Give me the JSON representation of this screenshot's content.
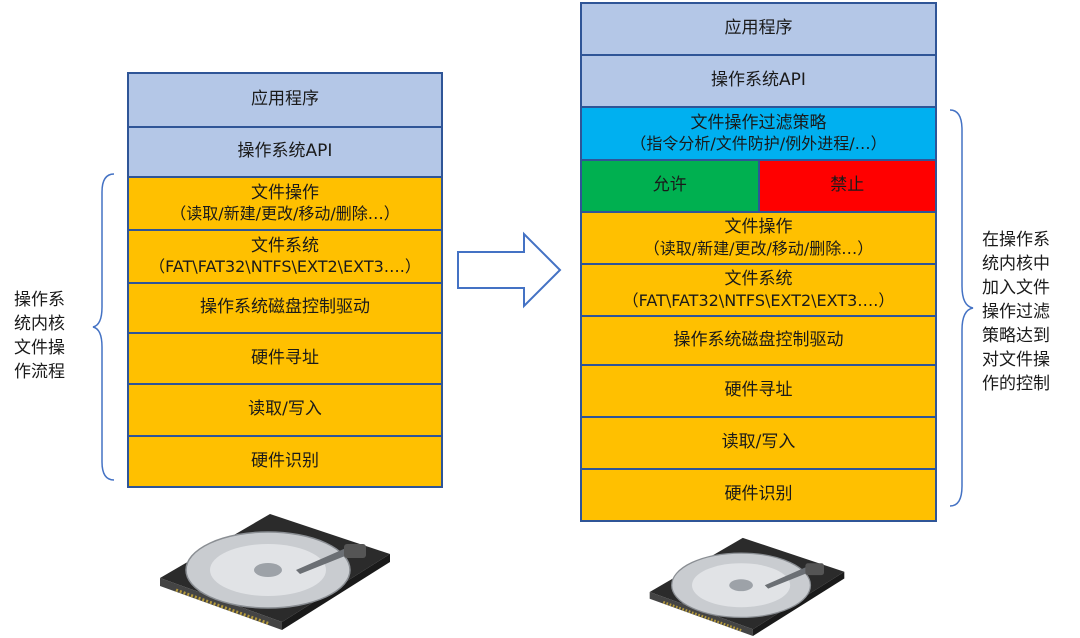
{
  "left_stack": {
    "layers": [
      {
        "title": "应用程序",
        "sub": ""
      },
      {
        "title": "操作系统API",
        "sub": ""
      },
      {
        "title": "文件操作",
        "sub": "（读取/新建/更改/移动/删除…）"
      },
      {
        "title": "文件系统",
        "sub": "（FAT\\FAT32\\NTFS\\EXT2\\EXT3….）"
      },
      {
        "title": "操作系统磁盘控制驱动",
        "sub": ""
      },
      {
        "title": "硬件寻址",
        "sub": ""
      },
      {
        "title": "读取/写入",
        "sub": ""
      },
      {
        "title": "硬件识别",
        "sub": ""
      }
    ],
    "brace_label": "操作系\n统内核\n文件操\n作流程"
  },
  "right_stack": {
    "layers_top": [
      {
        "title": "应用程序",
        "sub": ""
      },
      {
        "title": "操作系统API",
        "sub": ""
      },
      {
        "title": "文件操作过滤策略",
        "sub": "（指令分析/文件防护/例外进程/…）"
      }
    ],
    "decision": {
      "allow": "允许",
      "deny": "禁止"
    },
    "layers_bottom": [
      {
        "title": "文件操作",
        "sub": "（读取/新建/更改/移动/删除…）"
      },
      {
        "title": "文件系统",
        "sub": "（FAT\\FAT32\\NTFS\\EXT2\\EXT3….）"
      },
      {
        "title": "操作系统磁盘控制驱动",
        "sub": ""
      },
      {
        "title": "硬件寻址",
        "sub": ""
      },
      {
        "title": "读取/写入",
        "sub": ""
      },
      {
        "title": "硬件识别",
        "sub": ""
      }
    ],
    "brace_label": "在操作系\n统内核中\n加入文件\n操作过滤\n策略达到\n对文件操\n作的控制"
  },
  "colors": {
    "border": "#2f5597",
    "app_layer": "#b4c7e7",
    "kernel_layer": "#ffc000",
    "filter_layer": "#00b0f0",
    "allow": "#00b050",
    "deny": "#ff0000"
  },
  "icons": [
    "hard-disk-drive-icon",
    "arrow-right-icon"
  ]
}
